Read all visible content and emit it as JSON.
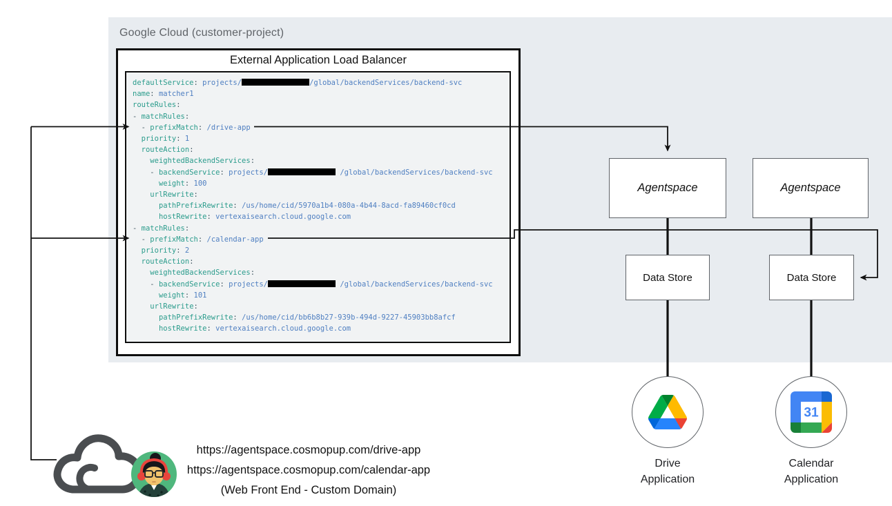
{
  "panel": {
    "label": "Google Cloud (customer-project)"
  },
  "load_balancer": {
    "title": "External Application Load Balancer",
    "code_lines": [
      [
        [
          "k",
          "defaultService"
        ],
        [
          "p",
          ": "
        ],
        [
          "v",
          "projects/"
        ],
        [
          "r",
          ""
        ],
        [
          "v",
          "/global/backendServices/backend-svc"
        ]
      ],
      [
        [
          "k",
          "name"
        ],
        [
          "p",
          ": "
        ],
        [
          "v",
          "matcher1"
        ]
      ],
      [
        [
          "k",
          "routeRules"
        ],
        [
          "p",
          ":"
        ]
      ],
      [
        [
          "p",
          "- "
        ],
        [
          "k",
          "matchRules"
        ],
        [
          "p",
          ":"
        ]
      ],
      [
        [
          "p",
          "  - "
        ],
        [
          "k",
          "prefixMatch"
        ],
        [
          "p",
          ": "
        ],
        [
          "v",
          "/drive-app"
        ]
      ],
      [
        [
          "p",
          "  "
        ],
        [
          "k",
          "priority"
        ],
        [
          "p",
          ": "
        ],
        [
          "v",
          "1"
        ]
      ],
      [
        [
          "p",
          "  "
        ],
        [
          "k",
          "routeAction"
        ],
        [
          "p",
          ":"
        ]
      ],
      [
        [
          "p",
          "    "
        ],
        [
          "k",
          "weightedBackendServices"
        ],
        [
          "p",
          ":"
        ]
      ],
      [
        [
          "p",
          "    - "
        ],
        [
          "k",
          "backendService"
        ],
        [
          "p",
          ": "
        ],
        [
          "v",
          "projects/"
        ],
        [
          "r",
          ""
        ],
        [
          "p",
          " "
        ],
        [
          "v",
          "/global/backendServices/backend-svc"
        ]
      ],
      [
        [
          "p",
          "      "
        ],
        [
          "k",
          "weight"
        ],
        [
          "p",
          ": "
        ],
        [
          "v",
          "100"
        ]
      ],
      [
        [
          "p",
          "    "
        ],
        [
          "k",
          "urlRewrite"
        ],
        [
          "p",
          ":"
        ]
      ],
      [
        [
          "p",
          "      "
        ],
        [
          "k",
          "pathPrefixRewrite"
        ],
        [
          "p",
          ": "
        ],
        [
          "v",
          "/us/home/cid/5970a1b4-080a-4b44-8acd-fa89460cf0cd"
        ]
      ],
      [
        [
          "p",
          "      "
        ],
        [
          "k",
          "hostRewrite"
        ],
        [
          "p",
          ": "
        ],
        [
          "v",
          "vertexaisearch.cloud.google.com"
        ]
      ],
      [
        [
          "p",
          "- "
        ],
        [
          "k",
          "matchRules"
        ],
        [
          "p",
          ":"
        ]
      ],
      [
        [
          "p",
          "  - "
        ],
        [
          "k",
          "prefixMatch"
        ],
        [
          "p",
          ": "
        ],
        [
          "v",
          "/calendar-app"
        ]
      ],
      [
        [
          "p",
          "  "
        ],
        [
          "k",
          "priority"
        ],
        [
          "p",
          ": "
        ],
        [
          "v",
          "2"
        ]
      ],
      [
        [
          "p",
          "  "
        ],
        [
          "k",
          "routeAction"
        ],
        [
          "p",
          ":"
        ]
      ],
      [
        [
          "p",
          "    "
        ],
        [
          "k",
          "weightedBackendServices"
        ],
        [
          "p",
          ":"
        ]
      ],
      [
        [
          "p",
          "    - "
        ],
        [
          "k",
          "backendService"
        ],
        [
          "p",
          ": "
        ],
        [
          "v",
          "projects/"
        ],
        [
          "r",
          ""
        ],
        [
          "p",
          " "
        ],
        [
          "v",
          "/global/backendServices/backend-svc"
        ]
      ],
      [
        [
          "p",
          "      "
        ],
        [
          "k",
          "weight"
        ],
        [
          "p",
          ": "
        ],
        [
          "v",
          "101"
        ]
      ],
      [
        [
          "p",
          "    "
        ],
        [
          "k",
          "urlRewrite"
        ],
        [
          "p",
          ":"
        ]
      ],
      [
        [
          "p",
          "      "
        ],
        [
          "k",
          "pathPrefixRewrite"
        ],
        [
          "p",
          ": "
        ],
        [
          "v",
          "/us/home/cid/bb6b8b27-939b-494d-9227-45903bb8afcf"
        ]
      ],
      [
        [
          "p",
          "      "
        ],
        [
          "k",
          "hostRewrite"
        ],
        [
          "p",
          ": "
        ],
        [
          "v",
          "vertexaisearch.cloud.google.com"
        ]
      ]
    ]
  },
  "agentspace": [
    {
      "label": "Agentspace"
    },
    {
      "label": "Agentspace"
    }
  ],
  "datastores": [
    {
      "label": "Data Store"
    },
    {
      "label": "Data Store"
    }
  ],
  "apps": [
    {
      "icon": "google-drive-icon",
      "label_line1": "Drive",
      "label_line2": "Application"
    },
    {
      "icon": "google-calendar-icon",
      "calendar_day": "31",
      "label_line1": "Calendar",
      "label_line2": "Application"
    }
  ],
  "frontend": {
    "url_drive": "https://agentspace.cosmopup.com/drive-app",
    "url_calendar": "https://agentspace.cosmopup.com/calendar-app",
    "caption": "(Web Front End - Custom Domain)"
  },
  "colors": {
    "panel_bg": "#e8ecf0",
    "code_bg": "#f1f3f4",
    "code_key": "#2b9c8c",
    "code_value": "#4f7fc1",
    "drive_green": "#00ac47",
    "drive_dark_green": "#00832d",
    "drive_yellow": "#ffba00",
    "drive_blue": "#2684fc",
    "drive_dark_blue": "#0066da",
    "drive_red": "#ea4335",
    "calendar_blue": "#4285f4",
    "calendar_dark_blue": "#1967d2",
    "calendar_yellow": "#fbbc04",
    "calendar_green": "#34a853",
    "calendar_dark_green": "#188038",
    "calendar_red": "#ea4335",
    "avatar_bg": "#4fb77d",
    "line_color": "#111111"
  }
}
